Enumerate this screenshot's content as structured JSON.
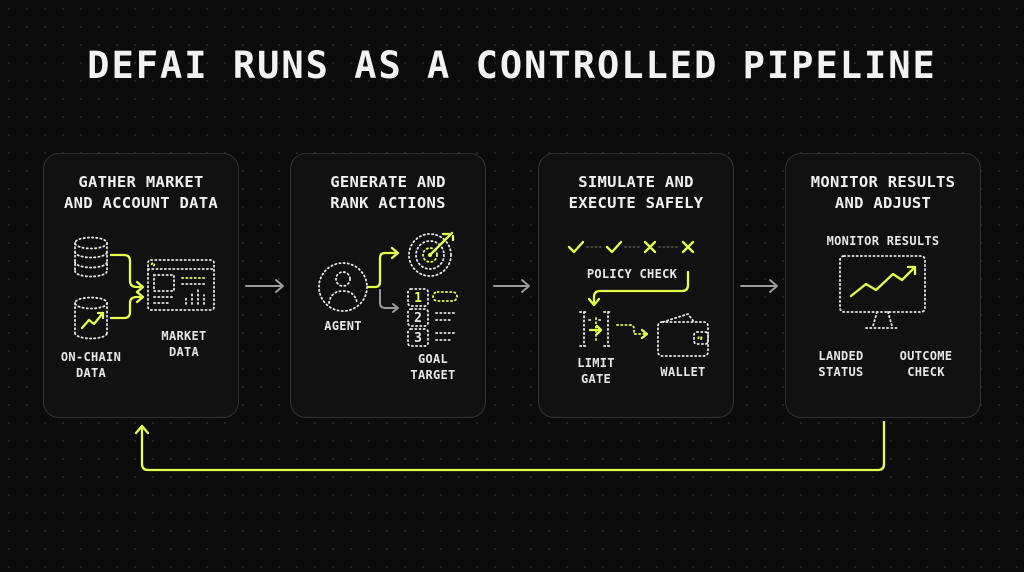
{
  "title": "DEFAI RUNS AS A CONTROLLED PIPELINE",
  "stages": [
    {
      "title_line1": "GATHER MARKET",
      "title_line2": "AND ACCOUNT DATA",
      "labels": {
        "onchain_1": "ON-CHAIN",
        "onchain_2": "DATA",
        "market_1": "MARKET",
        "market_2": "DATA"
      },
      "icons": [
        "database-icon",
        "database-trend-icon",
        "dashboard-icon"
      ]
    },
    {
      "title_line1": "GENERATE AND",
      "title_line2": "RANK ACTIONS",
      "labels": {
        "agent": "AGENT",
        "goal_1": "GOAL",
        "goal_2": "TARGET"
      },
      "ranks": [
        "1",
        "2",
        "3"
      ],
      "icons": [
        "agent-icon",
        "target-icon",
        "ranked-list-icon"
      ]
    },
    {
      "title_line1": "SIMULATE AND",
      "title_line2": "EXECUTE SAFELY",
      "labels": {
        "policy": "POLICY CHECK",
        "limit_1": "LIMIT",
        "limit_2": "GATE",
        "wallet": "WALLET"
      },
      "icons": [
        "check-icon",
        "cross-icon",
        "gate-icon",
        "wallet-icon"
      ]
    },
    {
      "title_line1": "MONITOR RESULTS",
      "title_line2": "AND ADJUST",
      "labels": {
        "monitor": "MONITOR RESULTS",
        "landed_1": "LANDED",
        "landed_2": "STATUS",
        "outcome_1": "OUTCOME",
        "outcome_2": "CHECK"
      },
      "icons": [
        "monitor-chart-icon"
      ]
    }
  ],
  "colors": {
    "accent": "#e6ff4d",
    "background": "#0b0b0b",
    "card": "#111111",
    "connector": "#9a9a9a"
  }
}
